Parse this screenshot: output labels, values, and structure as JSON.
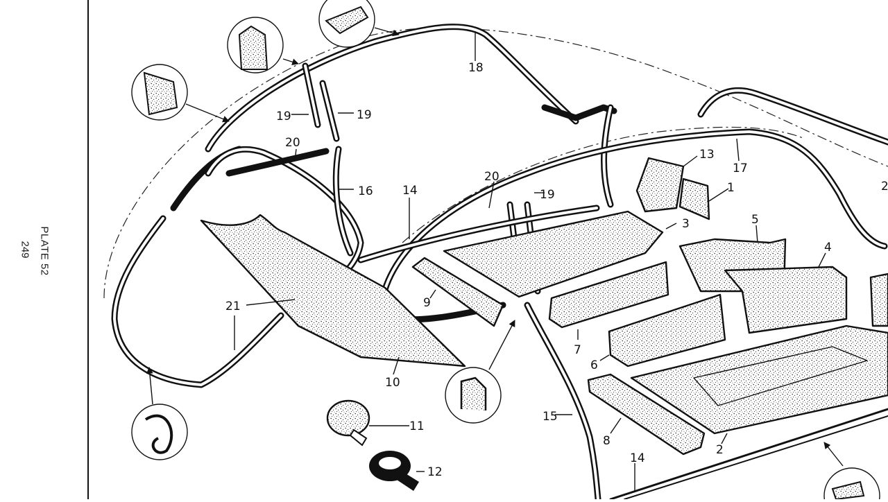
{
  "plate": {
    "title": "PLATE 52",
    "page": "249"
  },
  "callouts": {
    "c1": "1",
    "c2": "2",
    "c3": "3",
    "c4": "4",
    "c5": "5",
    "c6": "6",
    "c7": "7",
    "c8": "8",
    "c9": "9",
    "c10": "10",
    "c11": "11",
    "c12": "12",
    "c13": "13",
    "c14a": "14",
    "c14b": "14",
    "c15": "15",
    "c16": "16",
    "c17": "17",
    "c18": "18",
    "c19a": "19",
    "c19b": "19",
    "c19c": "19",
    "c20a": "20",
    "c20b": "20",
    "c21": "21",
    "c2edge": "2"
  }
}
